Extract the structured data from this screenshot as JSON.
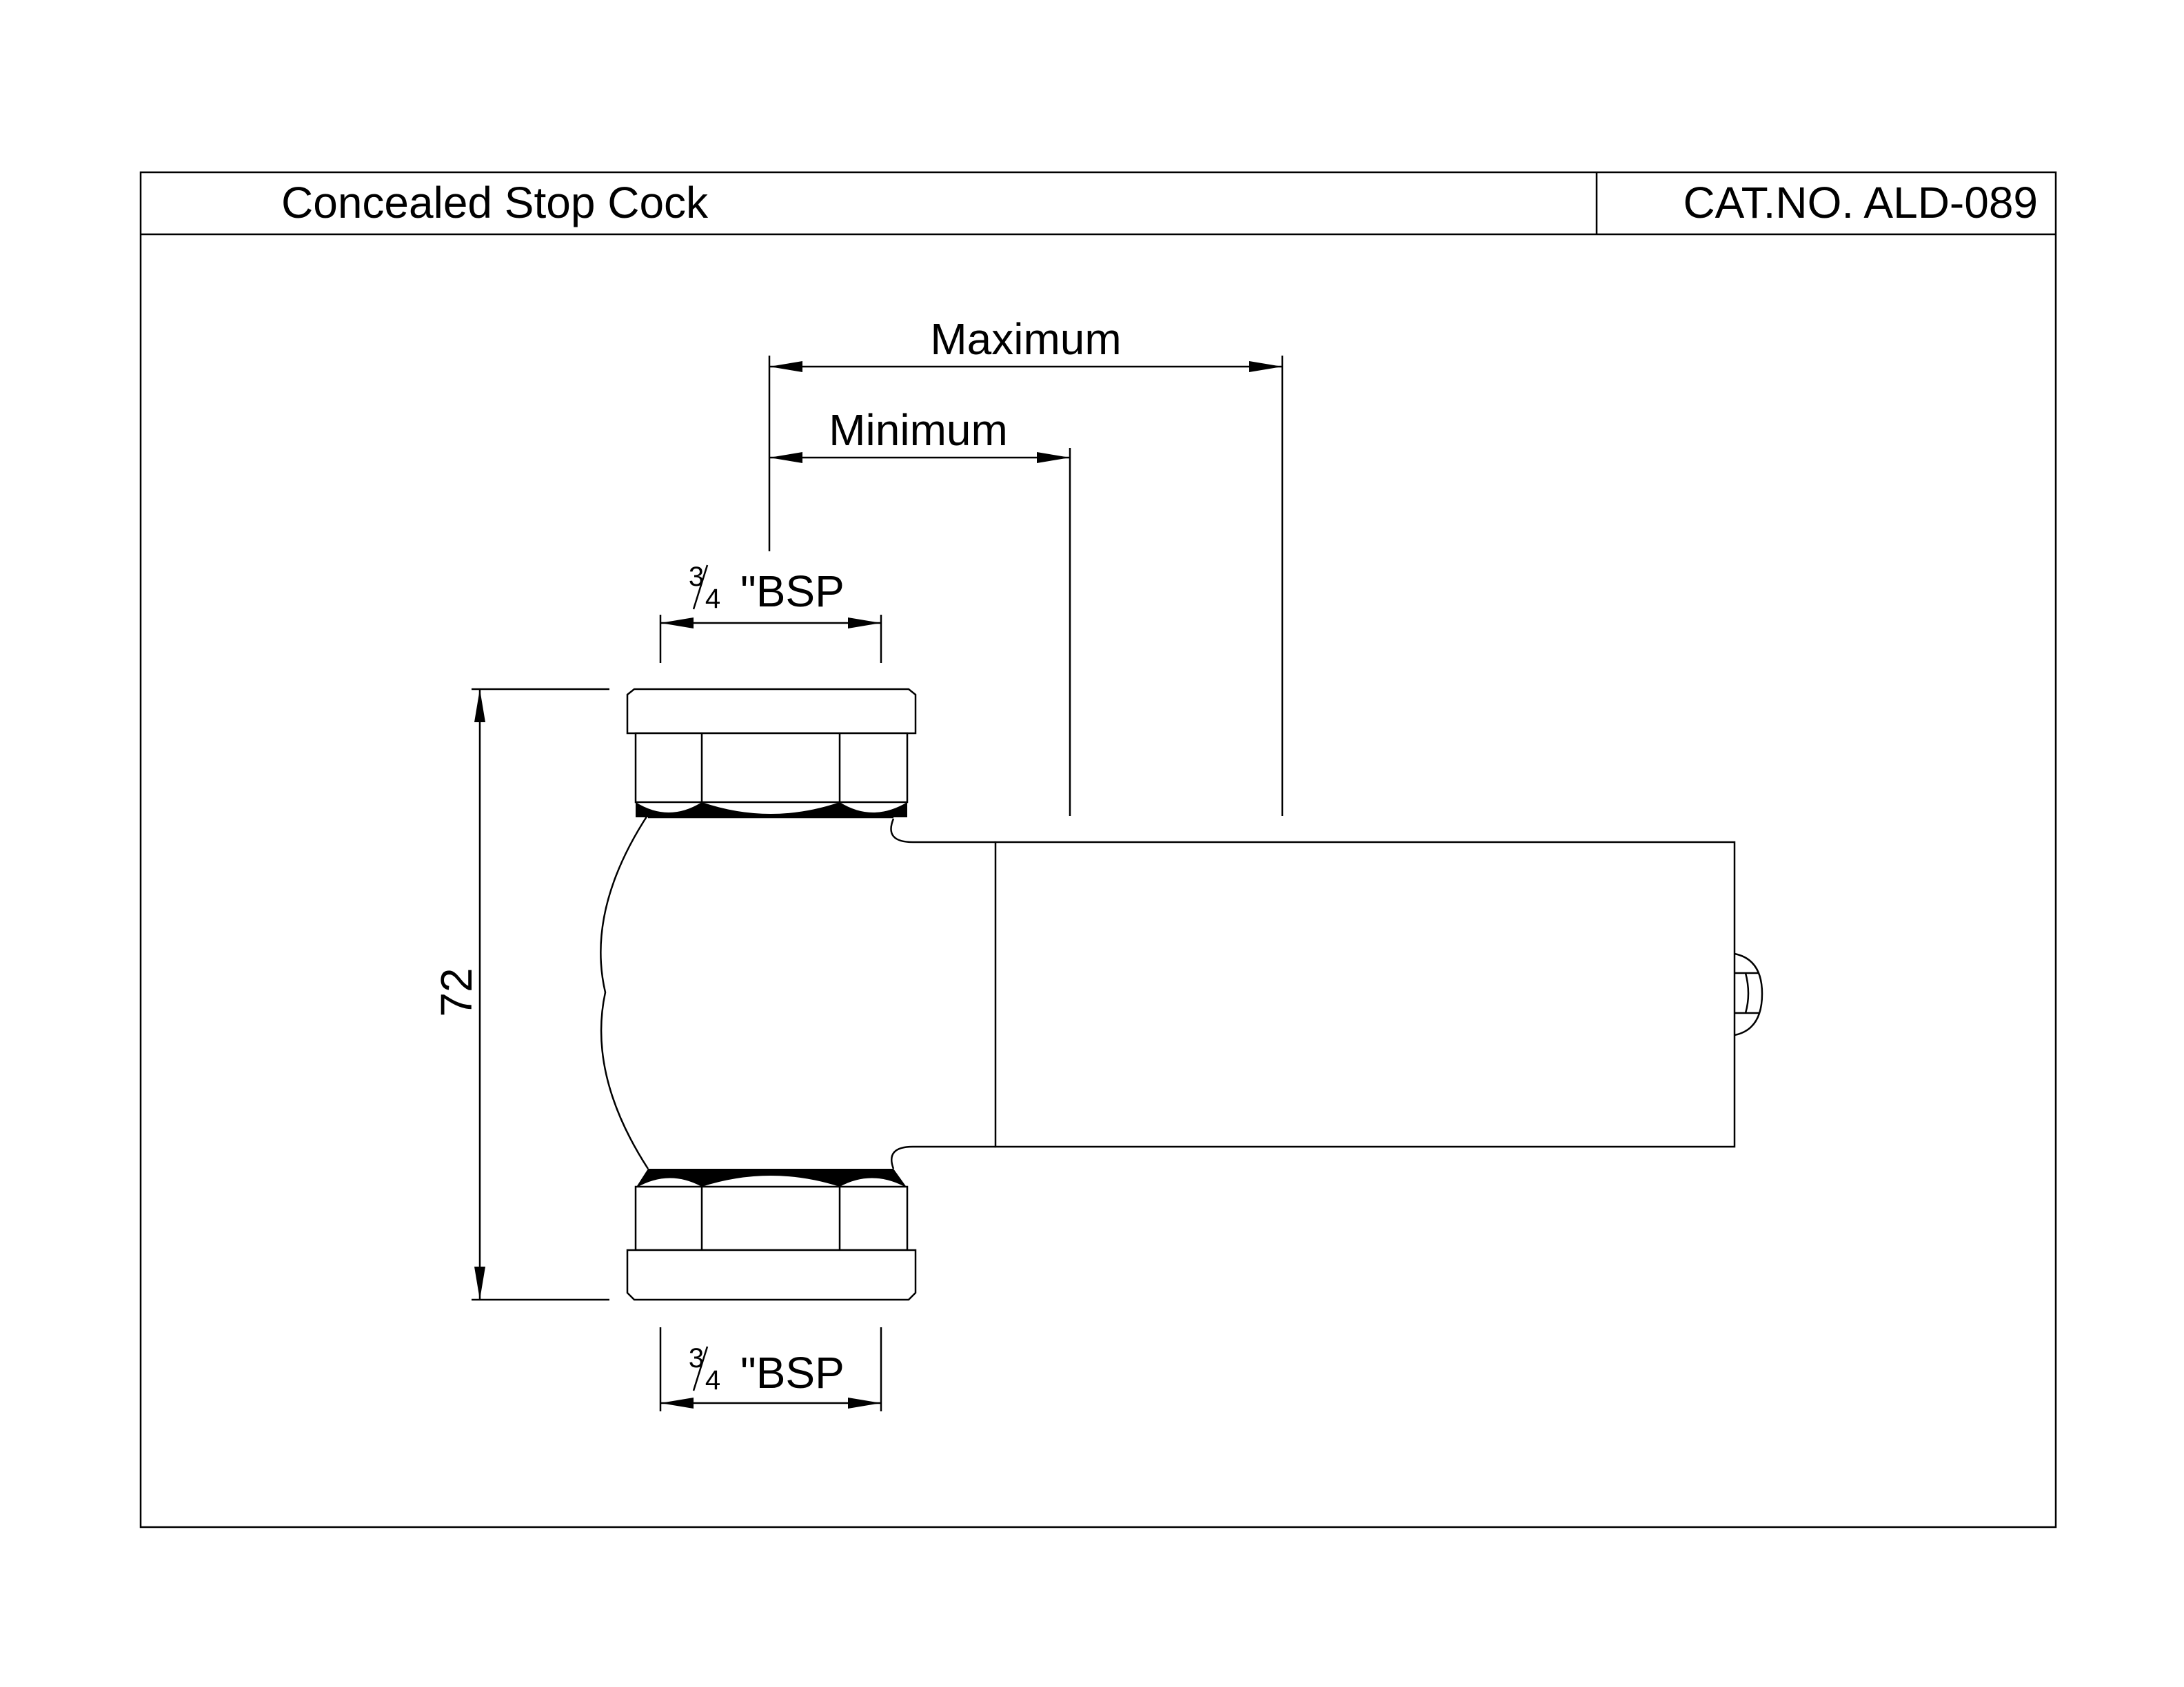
{
  "title_block": {
    "title": "Concealed Stop Cock",
    "catalog_number": "CAT.NO. ALD-089"
  },
  "dimensions": {
    "maximum_label": "Maximum",
    "minimum_label": "Minimum",
    "height_value": "72",
    "top_thread": {
      "fraction_num": "3",
      "fraction_den": "4",
      "suffix": "\"BSP"
    },
    "bottom_thread": {
      "fraction_num": "3",
      "fraction_den": "4",
      "suffix": "\"BSP"
    }
  },
  "parts": {
    "top_nut_icon": "hex-nut",
    "bottom_nut_icon": "hex-nut",
    "screw_icon": "slotted-screw-head"
  }
}
